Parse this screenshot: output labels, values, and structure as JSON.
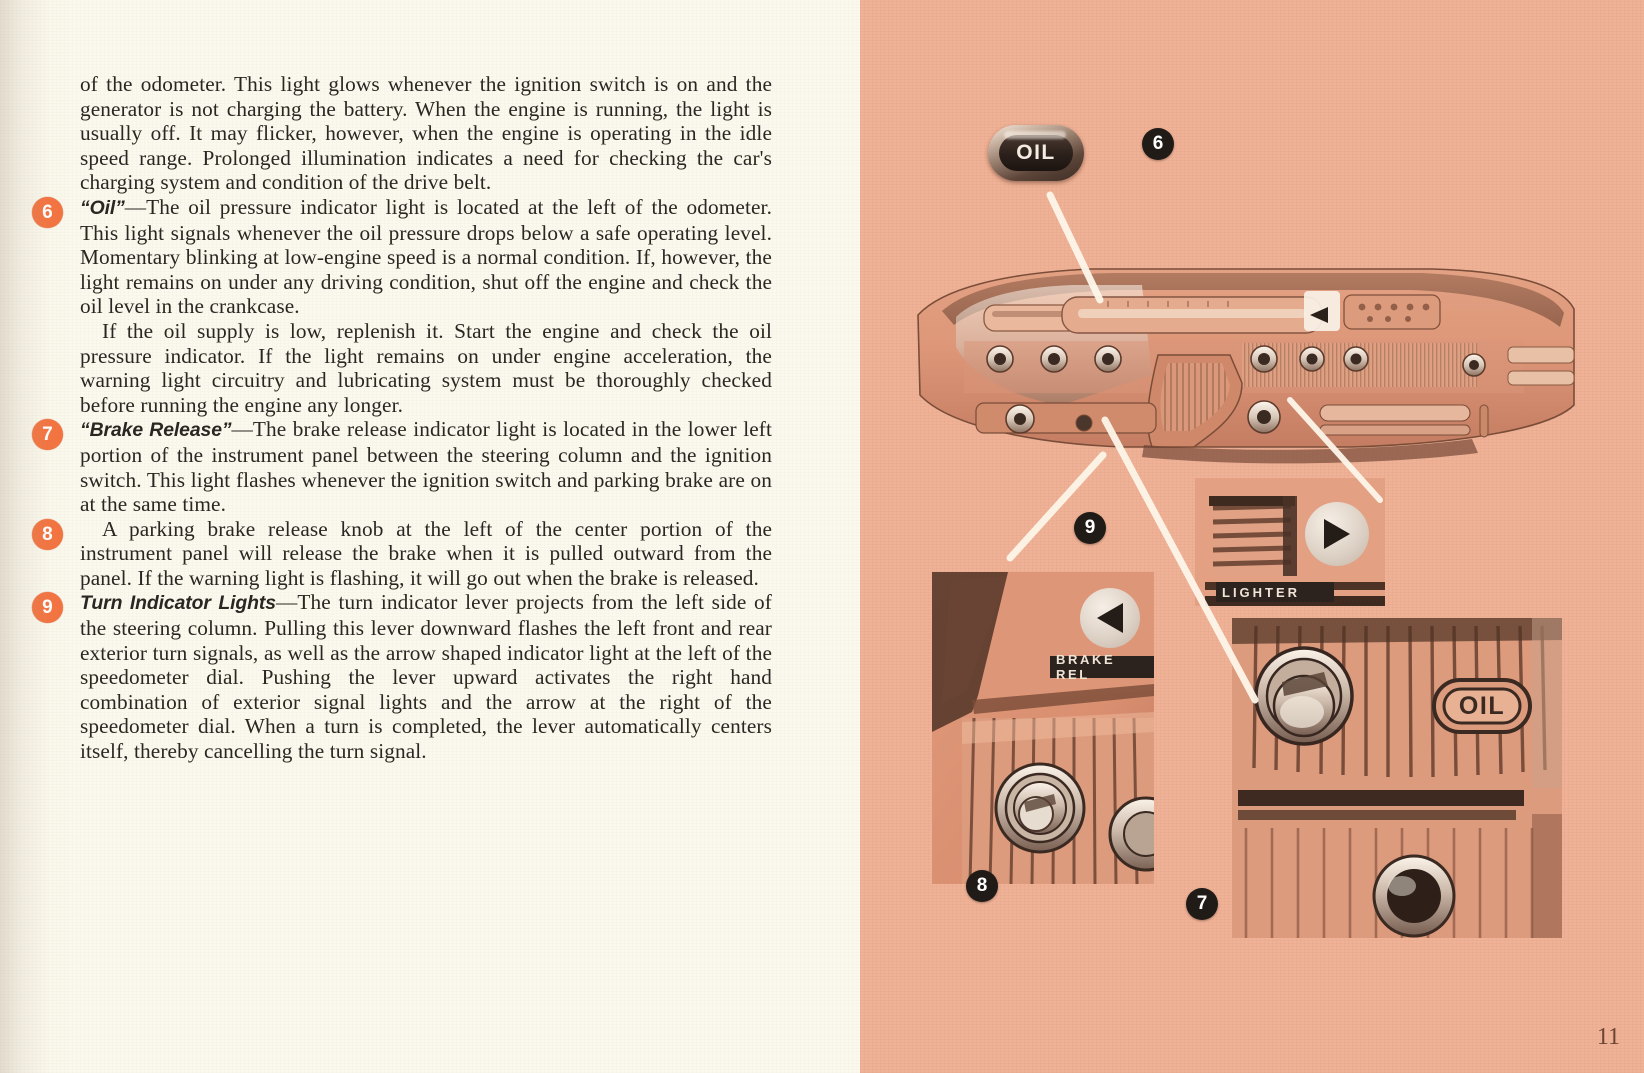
{
  "document": {
    "type": "owners-manual-page-spread",
    "page_number": "11"
  },
  "left_page": {
    "paragraphs": [
      {
        "id": "p-continuation",
        "marker": null,
        "lead": null,
        "text": "of the odometer. This light glows whenever the ignition switch is on and the generator is not charging the battery. When the engine is running, the light is usually off. It may flicker, however, when the engine is operating in the idle speed range. Prolonged illumination indicates a need for checking the car's charging system and condition of the drive belt."
      },
      {
        "id": "p-oil",
        "marker": "6",
        "lead": "“Oil”",
        "text": "—The oil pressure indicator light is located at the left of the odometer. This light signals whenever the oil pressure drops below a safe operating level. Momentary blinking at low-engine speed is a normal condition. If, however, the light remains on under any driving condition, shut off the engine and check the oil level in the crankcase."
      },
      {
        "id": "p-oil-supply",
        "marker": null,
        "lead": null,
        "indent": true,
        "text": "If the oil supply is low, replenish it. Start the engine and check the oil pressure indicator. If the light remains on under engine acceleration, the warning light circuitry and lubricating system must be thoroughly checked before running the engine any longer."
      },
      {
        "id": "p-brake-release",
        "marker": "7",
        "lead": "“Brake Release”",
        "text": "—The brake release indicator light is located in the lower left portion of the instrument panel between the steering column and the ignition switch. This light flashes whenever the ignition switch and parking brake are on at the same time."
      },
      {
        "id": "p-brake-knob",
        "marker": "8",
        "lead": null,
        "indent": true,
        "text": "A parking brake release knob at the left of the center portion of the instrument panel will release the brake when it is pulled outward from the panel. If the warning light is flashing, it will go out when the brake is released."
      },
      {
        "id": "p-turn-indicator",
        "marker": "9",
        "lead": "Turn Indicator Lights",
        "text": "—The turn indicator lever projects from the left side of the steering column. Pulling this lever downward flashes the left front and rear exterior turn signals, as well as the arrow shaped indicator light at the left of the speedometer dial. Pushing the lever upward activates the right hand combination of exterior signal lights and the arrow at the right of the speedometer dial. When a turn is completed, the lever automatically centers itself, thereby cancelling the turn signal."
      }
    ]
  },
  "right_page": {
    "callouts": [
      {
        "id": "callout-6",
        "number": "6"
      },
      {
        "id": "callout-9",
        "number": "9"
      },
      {
        "id": "callout-8",
        "number": "8"
      },
      {
        "id": "callout-7",
        "number": "7"
      }
    ],
    "oil_lamp_top": {
      "label": "OIL"
    },
    "detail_panels": [
      {
        "id": "panel-brake-release",
        "plate_label": "BRAKE REL",
        "arrow_direction": "left"
      },
      {
        "id": "panel-lighter",
        "plate_label": "LIGHTER",
        "arrow_direction": "right"
      },
      {
        "id": "panel-oil-knob",
        "oil_badge_label": "OIL"
      }
    ]
  },
  "colors": {
    "left_paper": "#fbf9ee",
    "right_paper": "#f0b296",
    "marker_orange": "#f2703c",
    "callout_black": "#211b18",
    "ink": "#2a2723",
    "leader_line": "#fdf6e9"
  }
}
